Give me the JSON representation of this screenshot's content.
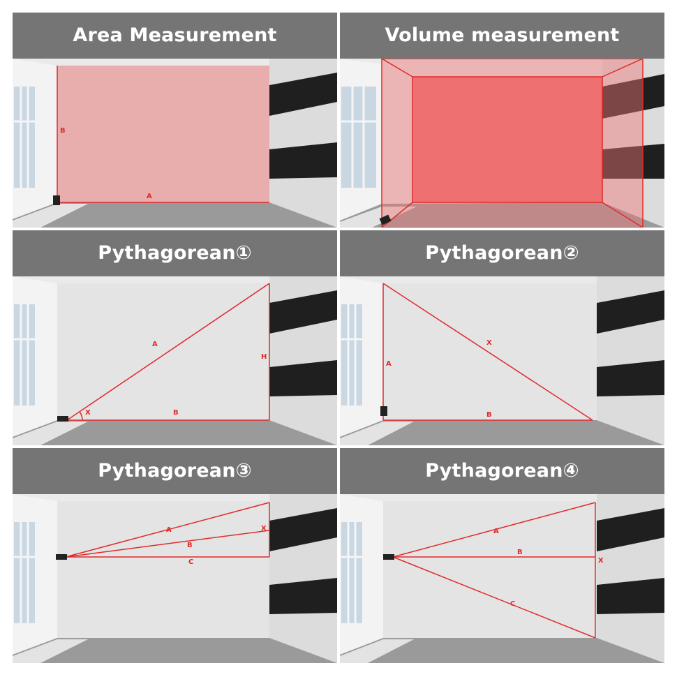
{
  "colors": {
    "header_bg": "#757575",
    "header_text": "#ffffff",
    "laser": "#e02a2a",
    "area_fill": "#e8a0a0",
    "volume_fill": "#ef5a5a",
    "wall": "#e6e6e6",
    "floor": "#9a9a9a",
    "stripe": "#1f1f1f"
  },
  "panels": [
    {
      "title": "Area Measurement",
      "labels": {
        "A": "A",
        "B": "B"
      }
    },
    {
      "title": "Volume measurement"
    },
    {
      "title": "Pythagorean①",
      "labels": {
        "A": "A",
        "B": "B",
        "H": "H",
        "X": "X"
      }
    },
    {
      "title": "Pythagorean②",
      "labels": {
        "A": "A",
        "B": "B",
        "X": "X"
      }
    },
    {
      "title": "Pythagorean③",
      "labels": {
        "A": "A",
        "B": "B",
        "C": "C",
        "X": "X"
      }
    },
    {
      "title": "Pythagorean④",
      "labels": {
        "A": "A",
        "B": "B",
        "C": "C",
        "X": "X"
      }
    }
  ]
}
